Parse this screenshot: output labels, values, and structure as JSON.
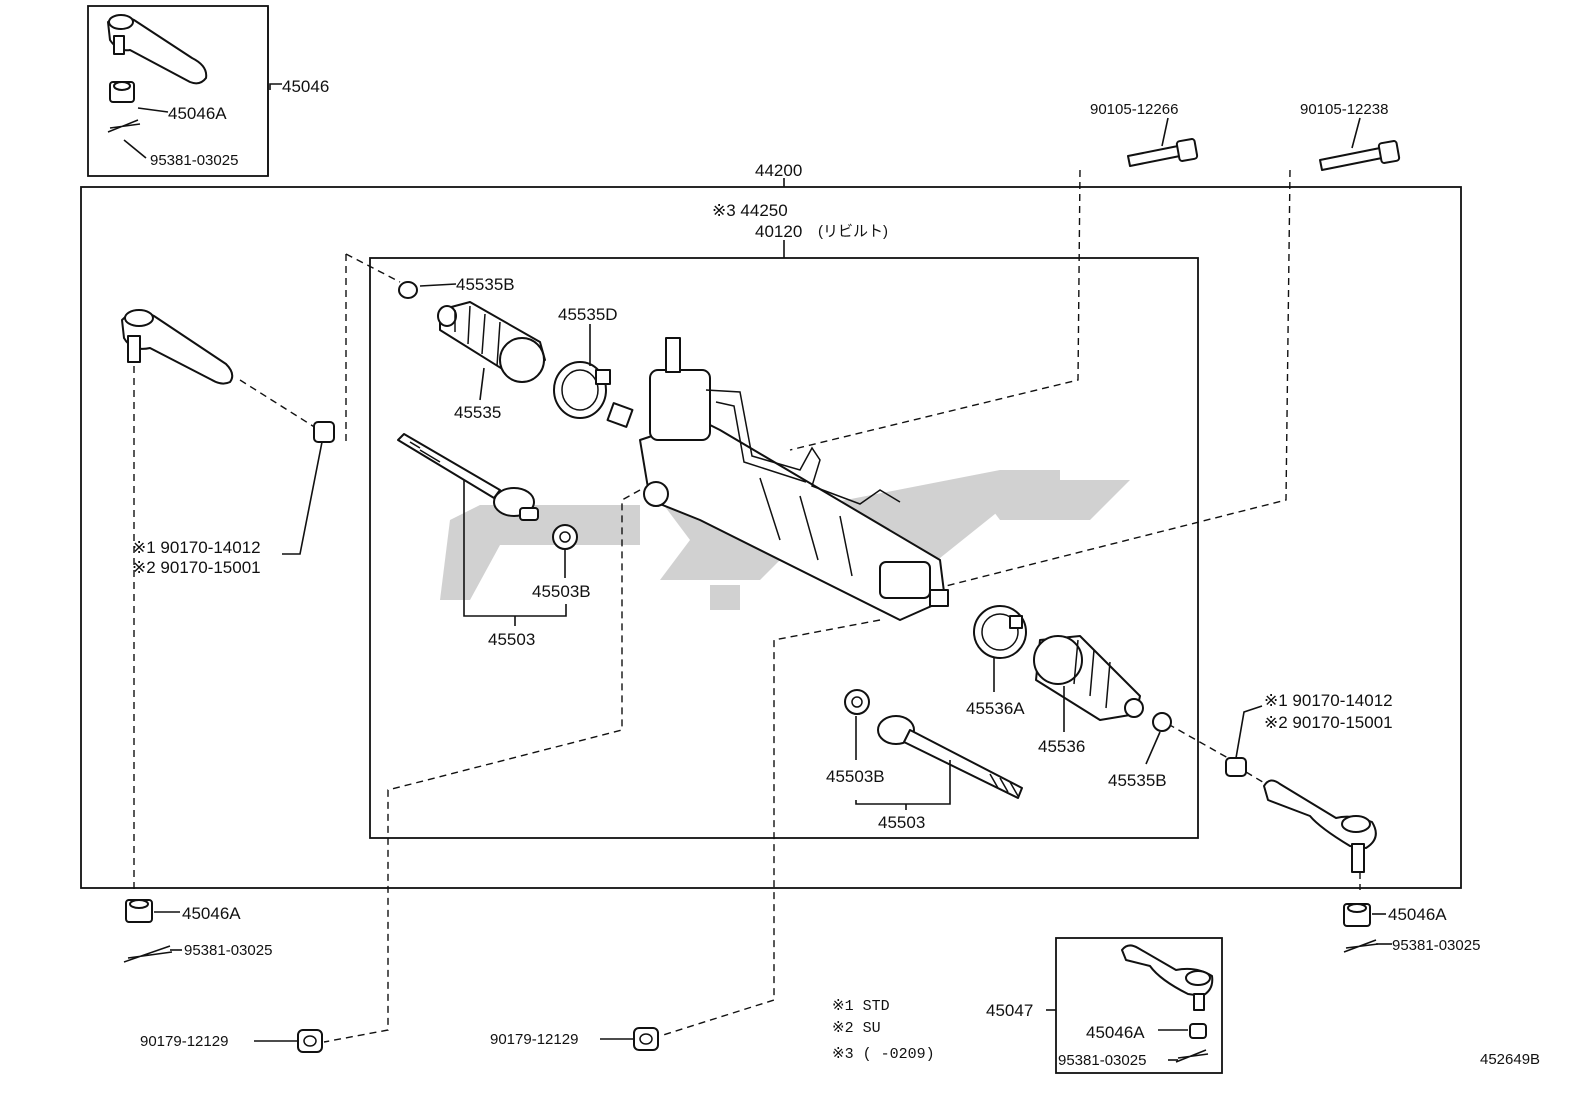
{
  "diagram": {
    "parts": {
      "p45046": "45046",
      "p45046a_top": "45046A",
      "p95381_top": "95381-03025",
      "p44200": "44200",
      "p44250": "※3 44250",
      "p40120": "40120",
      "p40120_note": "(リビルト)",
      "p90105_12266": "90105-12266",
      "p90105_12238": "90105-12238",
      "p45535b_top": "45535B",
      "p45535d": "45535D",
      "p45535": "45535",
      "p45503b_left": "45503B",
      "p45503_left": "45503",
      "p90170_14012_left": "※1 90170-14012",
      "p90170_15001_left": "※2 90170-15001",
      "p90170_14012_right": "※1 90170-14012",
      "p90170_15001_right": "※2 90170-15001",
      "p45536a": "45536A",
      "p45536": "45536",
      "p45535b_right": "45535B",
      "p45503b_right": "45503B",
      "p45503_right": "45503",
      "p45046a_left": "45046A",
      "p95381_left": "95381-03025",
      "p45046a_right": "45046A",
      "p95381_right": "95381-03025",
      "p90179_left": "90179-12129",
      "p90179_mid": "90179-12129",
      "p45047": "45047",
      "p45046a_bottom": "45046A",
      "p95381_bottom": "95381-03025"
    },
    "notes": {
      "n1": "※1  STD",
      "n2": "※2  SU",
      "n3": "※3  (     -0209)"
    },
    "ref_code": "452649B"
  }
}
